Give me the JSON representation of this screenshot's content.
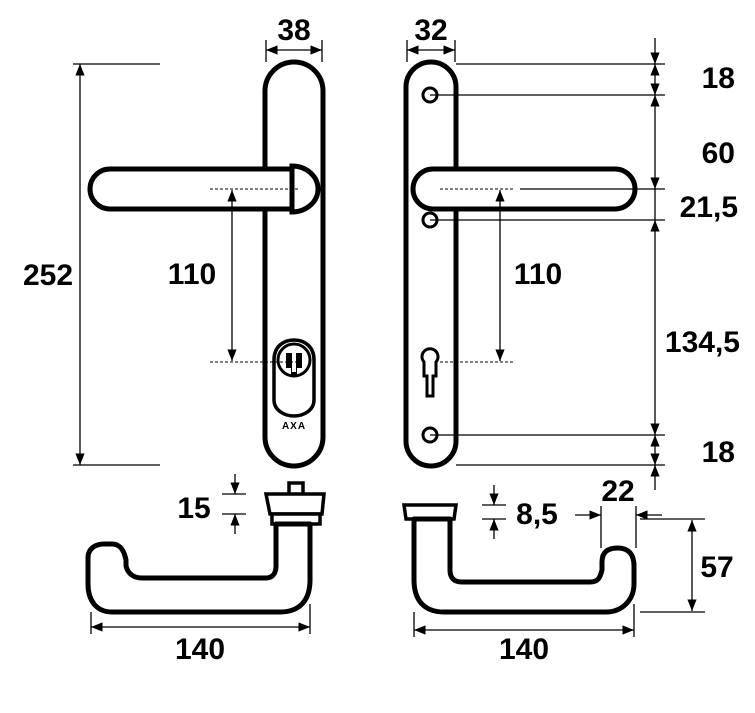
{
  "labels": {
    "plate_width_front": "38",
    "plate_width_back": "32",
    "overall_height": "252",
    "lever_axis_to_cylinder_front": "110",
    "lever_axis_to_cylinder_back": "110",
    "top_to_upper_screw": "18",
    "upper_screw_to_lever": "60",
    "lever_to_middle_screw": "21,5",
    "middle_screw_to_bottom_screw": "134,5",
    "bottom_screw_to_bottom": "18",
    "rose_depth": "15",
    "back_rose_depth": "8,5",
    "lever_end_thickness": "22",
    "lever_projection": "57",
    "lever_length_front": "140",
    "lever_length_back": "140",
    "brand_mark": "AXA"
  }
}
